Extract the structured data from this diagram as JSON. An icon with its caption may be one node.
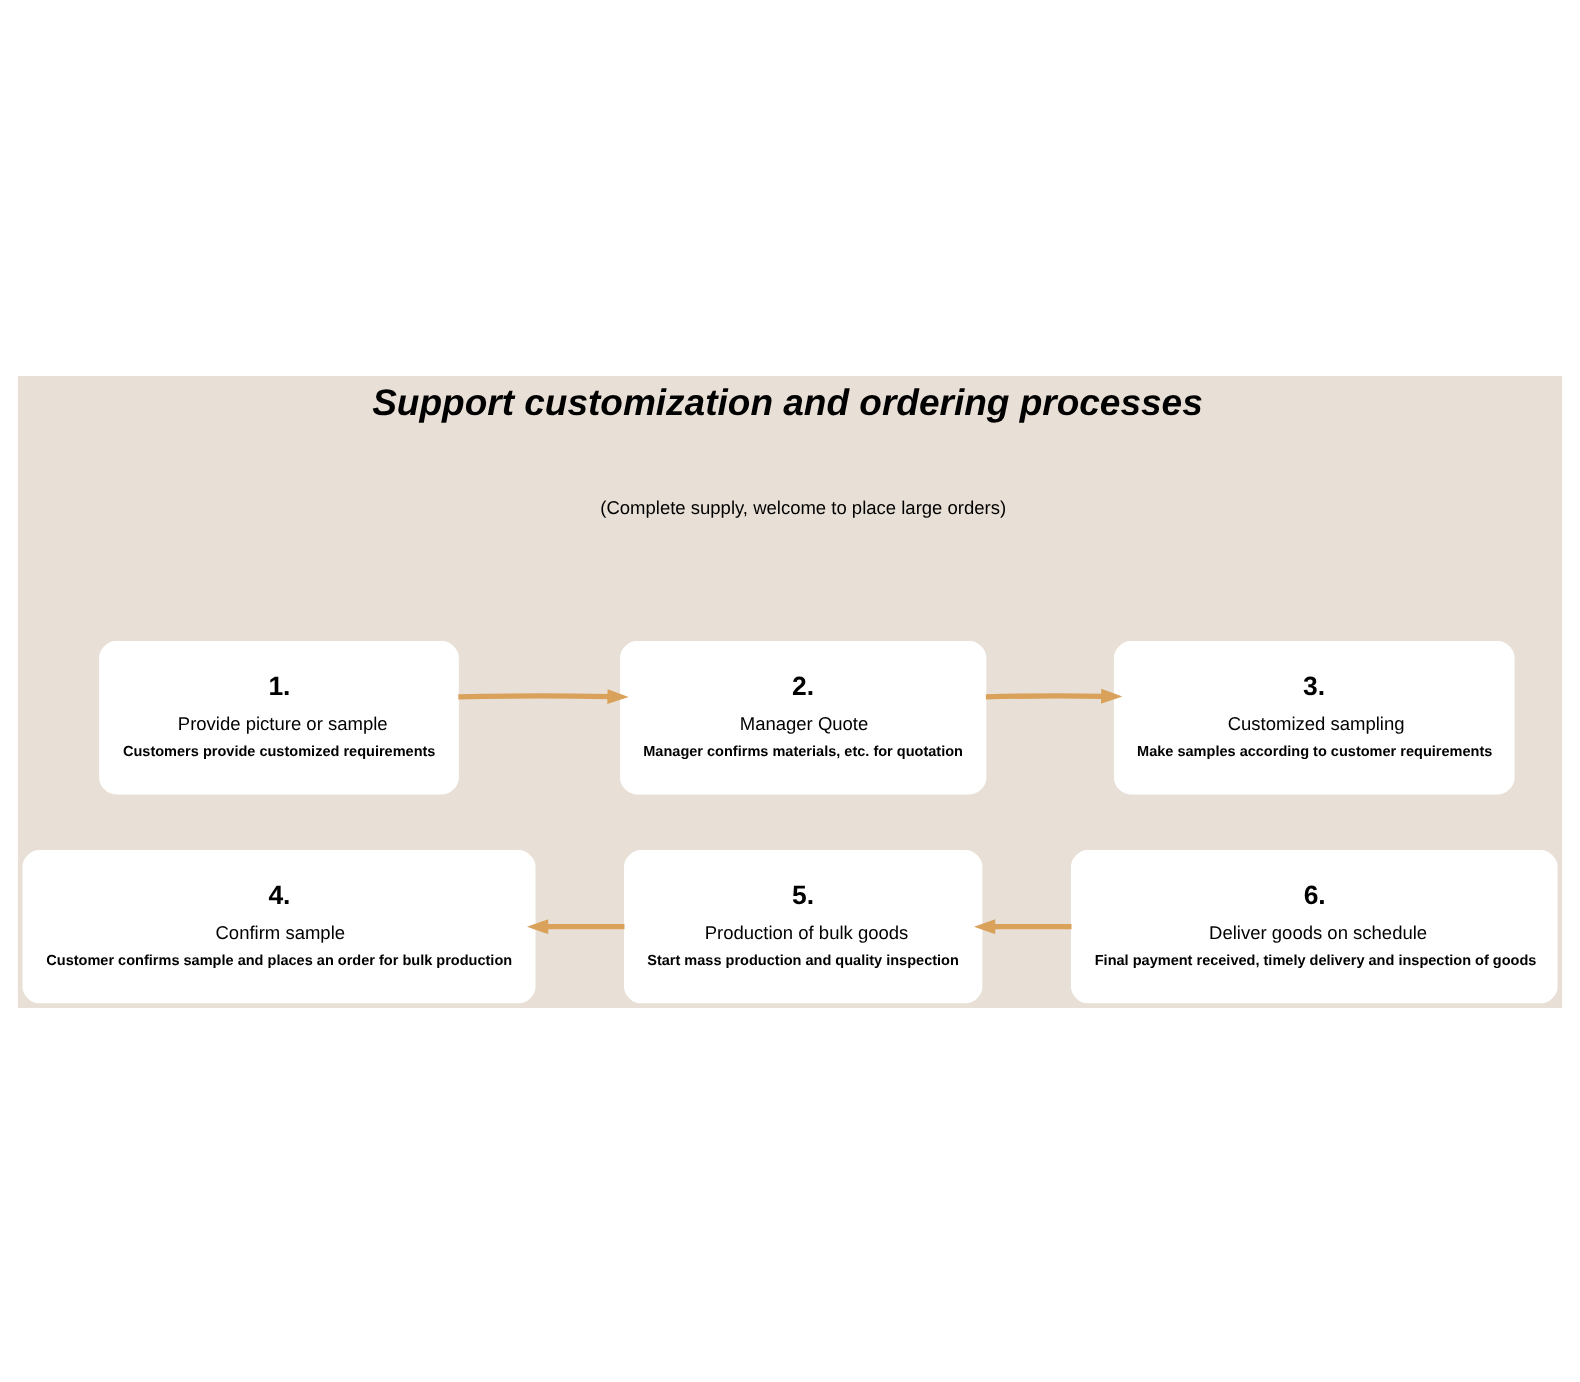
{
  "diagram": {
    "title": "Support customization and ordering processes",
    "nodes": [
      {
        "text": [
          "1.",
          "Provide picture or sample",
          "Customers provide customized requirements"
        ]
      },
      {
        "text": [
          "2.",
          "Manager Quote",
          "Manager confirms materials, etc. for quotation"
        ]
      },
      {
        "text": [
          "3.",
          "Customized sampling",
          "Make samples according to customer requirements"
        ]
      },
      {
        "text": [
          "4.",
          "Confirm sample",
          "Customer confirms sample and places an order for bulk production"
        ]
      },
      {
        "text": [
          "5.",
          "Production of bulk goods",
          "Start mass production and quality inspection"
        ]
      },
      {
        "text": [
          "6.",
          "Deliver goods on schedule",
          "Final payment received, timely delivery and inspection of goods"
        ]
      }
    ],
    "edges": [
      {
        "from": 0,
        "to": 1,
        "arrow": "to"
      },
      {
        "from": 1,
        "to": 2,
        "arrow": "to"
      },
      {
        "from": 5,
        "to": 4,
        "arrow": "to"
      },
      {
        "from": 4,
        "to": 3,
        "arrow": "to"
      }
    ],
    "labels": [
      "(Complete supply, welcome to place large orders)"
    ]
  }
}
